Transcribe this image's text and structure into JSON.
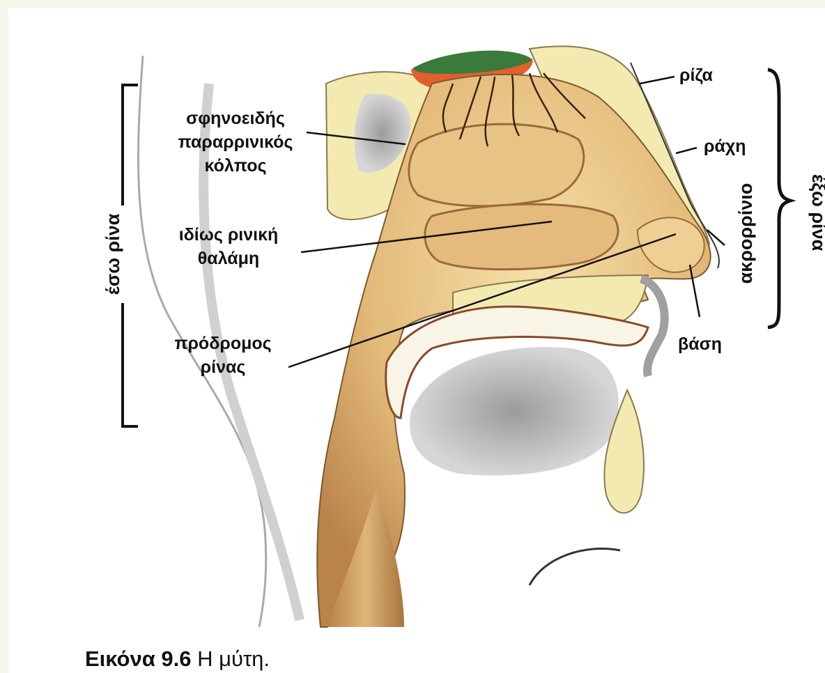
{
  "labels": {
    "sphenoid": [
      "σφηνοειδής",
      "παραρρινικός",
      "κόλπος"
    ],
    "nasal_cavity": [
      "ιδίως ρινική",
      "θαλάμη"
    ],
    "vestibule": [
      "πρόδρομος",
      "ρίνας"
    ],
    "root": "ρίζα",
    "dorsum": "ράχη",
    "tip": "ακρορρίνιο",
    "base": "βάση",
    "internal_nose": "έσω ρίνα",
    "external_nose": "έξω ρίνα"
  },
  "caption": {
    "figure_number": "Εικόνα 9.6",
    "text": "Η μύτη."
  },
  "colors": {
    "background": "#f2f7ea",
    "skin": "#e9c98c",
    "bone": "#f3eab2",
    "olfactory_bulb": "#3a7a3a"
  }
}
